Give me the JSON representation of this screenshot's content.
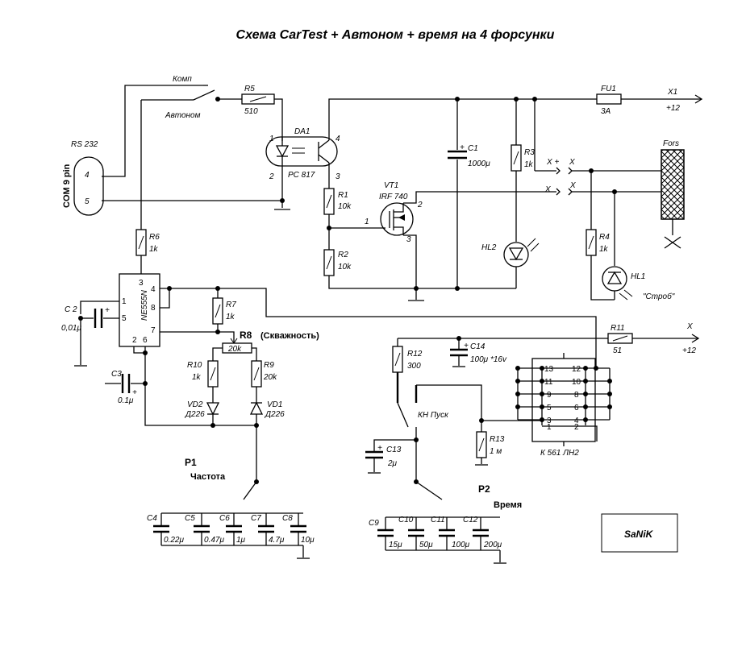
{
  "title": "Схема CarTest + Автоном + время на 4 форсунки",
  "signature": "SaNiK",
  "connector": {
    "label": "RS 232",
    "side": "COM 9 pin",
    "pin4": "4",
    "pin5": "5"
  },
  "switch": {
    "comp": "Комп",
    "auto": "Автоном"
  },
  "resistors": {
    "R5": {
      "name": "R5",
      "value": "510"
    },
    "R1": {
      "name": "R1",
      "value": "10k"
    },
    "R2": {
      "name": "R2",
      "value": "10k"
    },
    "R3": {
      "name": "R3",
      "value": "1k"
    },
    "R4": {
      "name": "R4",
      "value": "1k"
    },
    "R6": {
      "name": "R6",
      "value": "1k"
    },
    "R7": {
      "name": "R7",
      "value": "1k"
    },
    "R8": {
      "name": "R8",
      "note": "(Скважность)",
      "value": "20k"
    },
    "R9": {
      "name": "R9",
      "value": "20k"
    },
    "R10": {
      "name": "R10",
      "value": "1k"
    },
    "R11": {
      "name": "R11",
      "value": "51"
    },
    "R12": {
      "name": "R12",
      "value": "300"
    },
    "R13": {
      "name": "R13",
      "value": "1 м"
    }
  },
  "optocoupler": {
    "name": "DA1",
    "part": "PC 817",
    "pin1": "1",
    "pin2": "2",
    "pin3": "3",
    "pin4": "4"
  },
  "transistor": {
    "name": "VT1",
    "part": "IRF 740",
    "pin1": "1",
    "pin2": "2",
    "pin3": "3"
  },
  "fuse": {
    "name": "FU1",
    "value": "3A"
  },
  "supply": {
    "x1": "X1",
    "plus12": "+12",
    "x": "X",
    "xplus": "X +"
  },
  "injector": {
    "name": "Fors"
  },
  "leds": {
    "HL1": "HL1",
    "HL2": "HL2",
    "strobe": "\"Строб\""
  },
  "capacitors": {
    "C1": {
      "name": "C1",
      "value": "1000μ",
      "plus": "+"
    },
    "C2": {
      "name": "C 2",
      "value": "0,01μ",
      "plus": "+"
    },
    "C3": {
      "name": "C3",
      "value": "0.1μ",
      "plus": "+"
    },
    "C13": {
      "name": "C13",
      "value": "2μ",
      "plus": "+"
    },
    "C14": {
      "name": "C14",
      "value": "100μ *16v",
      "plus": "+"
    }
  },
  "timer": {
    "part": "NE555N",
    "pins": [
      "1",
      "2",
      "3",
      "4",
      "5",
      "6",
      "7",
      "8"
    ]
  },
  "diodes": {
    "VD1": {
      "name": "VD1",
      "part": "Д226"
    },
    "VD2": {
      "name": "VD2",
      "part": "Д226"
    }
  },
  "button": {
    "label": "КН Пуск"
  },
  "logic": {
    "part": "К 561 ЛН2",
    "pins": [
      "13",
      "12",
      "11",
      "10",
      "9",
      "8",
      "5",
      "6",
      "3",
      "4",
      "1",
      "2"
    ]
  },
  "p1": {
    "name": "P1",
    "label": "Частота",
    "caps": [
      {
        "name": "C4",
        "value": "0.22μ"
      },
      {
        "name": "C5",
        "value": "0.47μ"
      },
      {
        "name": "C6",
        "value": "1μ"
      },
      {
        "name": "C7",
        "value": "4.7μ"
      },
      {
        "name": "C8",
        "value": "10μ"
      }
    ]
  },
  "p2": {
    "name": "P2",
    "label": "Время",
    "caps": [
      {
        "name": "C9",
        "value": "15μ"
      },
      {
        "name": "C10",
        "value": "50μ"
      },
      {
        "name": "C11",
        "value": "100μ"
      },
      {
        "name": "C12",
        "value": "200μ"
      }
    ]
  }
}
